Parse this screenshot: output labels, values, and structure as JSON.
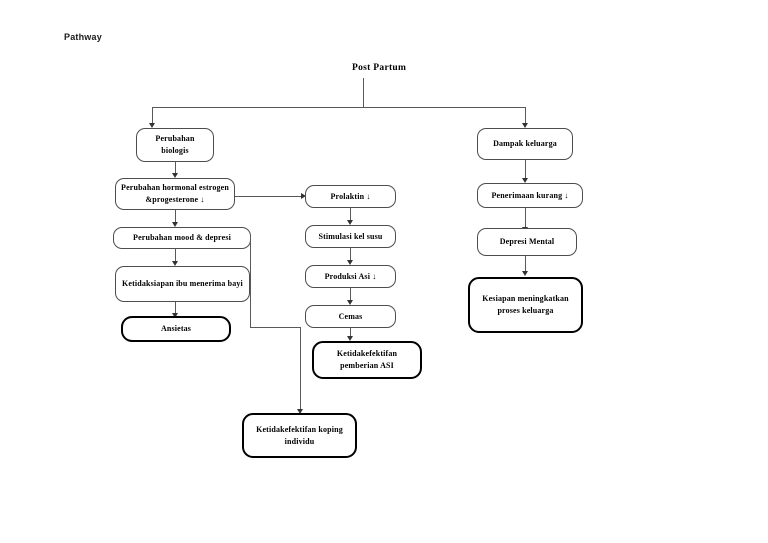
{
  "page": {
    "label": "Pathway"
  },
  "chart_data": {
    "type": "diagram",
    "title": "Post Partum",
    "orientation": "top-down",
    "nodes": [
      {
        "id": "post_partum",
        "label": "Post Partum",
        "emphasis": false,
        "is_title": true
      },
      {
        "id": "perubahan_biologis",
        "label": "Perubahan biologis",
        "emphasis": false
      },
      {
        "id": "dampak_keluarga",
        "label": "Dampak keluarga",
        "emphasis": false
      },
      {
        "id": "perubahan_hormonal",
        "label": "Perubahan hormonal estrogen  &progesterone ↓",
        "emphasis": false
      },
      {
        "id": "prolaktin",
        "label": "Prolaktin ↓",
        "emphasis": false
      },
      {
        "id": "penerimaan_kurang",
        "label": "Penerimaan kurang ↓",
        "emphasis": false
      },
      {
        "id": "perubahan_mood",
        "label": "Perubahan  mood & depresi",
        "emphasis": false
      },
      {
        "id": "stimulasi_kel_susu",
        "label": "Stimulasi kel susu",
        "emphasis": false
      },
      {
        "id": "depresi_mental",
        "label": "Depresi Mental",
        "emphasis": false
      },
      {
        "id": "ketidaksiapan_ibu",
        "label": "Ketidaksiapan ibu menerima bayi",
        "emphasis": false
      },
      {
        "id": "produksi_asi",
        "label": "Produksi Asi  ↓",
        "emphasis": false
      },
      {
        "id": "kesiapan_keluarga",
        "label": "Kesiapan meningkatkan proses keluarga",
        "emphasis": true
      },
      {
        "id": "cemas",
        "label": "Cemas",
        "emphasis": false
      },
      {
        "id": "ansietas",
        "label": "Ansietas",
        "emphasis": true
      },
      {
        "id": "ketidakefektifan_asi",
        "label": "Ketidakefektifan pemberian ASI",
        "emphasis": true
      },
      {
        "id": "koping_individu",
        "label": "Ketidakefektifan koping individu",
        "emphasis": true
      }
    ],
    "edges": [
      {
        "from": "post_partum",
        "to": "perubahan_biologis"
      },
      {
        "from": "post_partum",
        "to": "dampak_keluarga"
      },
      {
        "from": "perubahan_biologis",
        "to": "perubahan_hormonal"
      },
      {
        "from": "perubahan_hormonal",
        "to": "perubahan_mood"
      },
      {
        "from": "perubahan_hormonal",
        "to": "prolaktin"
      },
      {
        "from": "prolaktin",
        "to": "stimulasi_kel_susu"
      },
      {
        "from": "stimulasi_kel_susu",
        "to": "produksi_asi"
      },
      {
        "from": "produksi_asi",
        "to": "cemas"
      },
      {
        "from": "cemas",
        "to": "ketidakefektifan_asi"
      },
      {
        "from": "perubahan_mood",
        "to": "ketidaksiapan_ibu"
      },
      {
        "from": "perubahan_mood",
        "to": "koping_individu"
      },
      {
        "from": "ketidaksiapan_ibu",
        "to": "ansietas"
      },
      {
        "from": "dampak_keluarga",
        "to": "penerimaan_kurang"
      },
      {
        "from": "penerimaan_kurang",
        "to": "depresi_mental"
      },
      {
        "from": "depresi_mental",
        "to": "kesiapan_keluarga"
      }
    ],
    "colors": {
      "node_border": "#4d4d4d",
      "node_border_emphasis": "#000000",
      "connector": "#595959",
      "text": "#000000",
      "background": "#ffffff"
    }
  }
}
